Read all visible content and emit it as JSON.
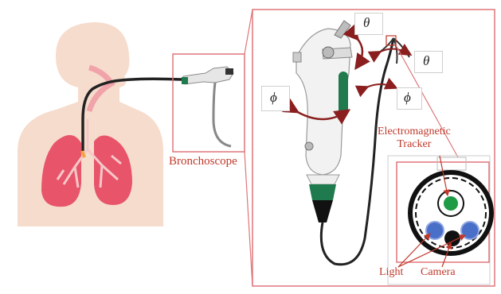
{
  "labels": {
    "bronchoscope": "Bronchoscope",
    "em_tracker": "Electromagnetic\nTracker",
    "light": "Light",
    "camera": "Camera"
  },
  "symbols": {
    "theta_top": "θ",
    "theta_right": "θ",
    "phi_left": "ϕ",
    "phi_right": "ϕ"
  },
  "colors": {
    "accent_red": "#e0767a",
    "label_red": "#c0392b",
    "arrow_red": "#8b1f1f",
    "body_skin": "#f6dccd",
    "lung": "#e8546a",
    "scope_green": "#1f7a4d",
    "light_blue": "#4a6fc9",
    "camera_black": "#111111",
    "tracker_green": "#1f9a45"
  }
}
